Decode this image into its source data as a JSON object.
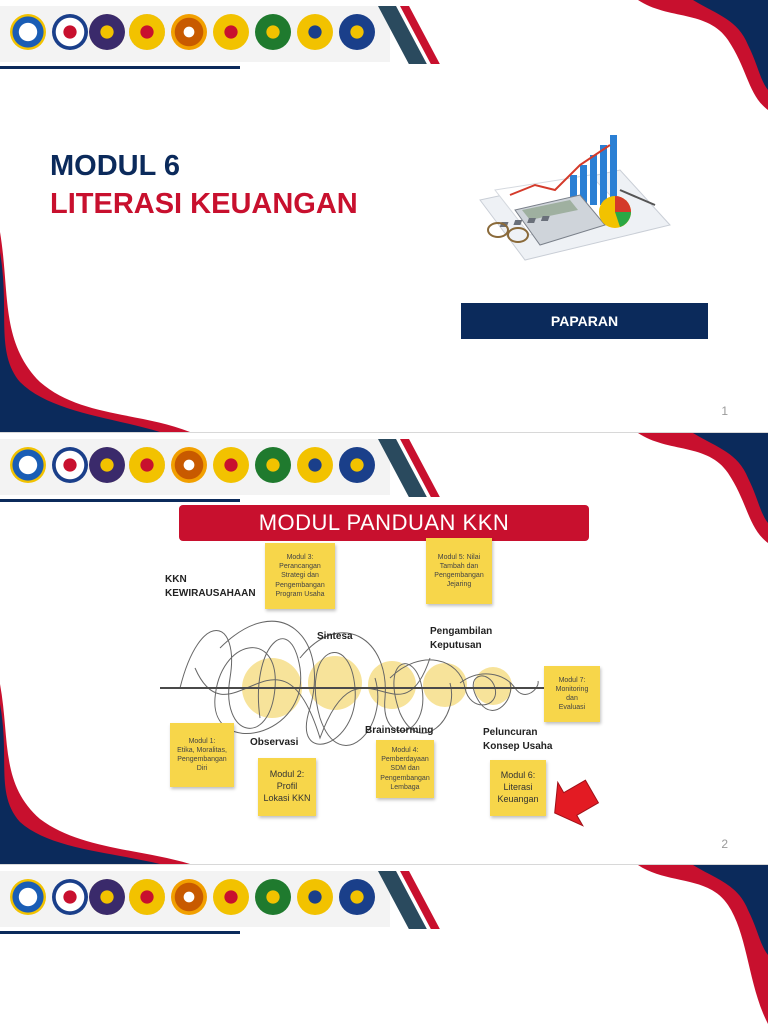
{
  "slide1": {
    "title_line1": "MODUL 6",
    "title_line2": "LITERASI KEUANGAN",
    "button_label": "PAPARAN",
    "page_number": "1"
  },
  "slide2": {
    "banner_title": "MODUL PANDUAN KKN",
    "page_number": "2",
    "diagram": {
      "label_kkn": "KKN\nKEWIRAUSAHAAN",
      "label_sintesa": "Sintesa",
      "label_pengambilan": "Pengambilan\nKeputusan",
      "label_observasi": "Observasi",
      "label_brainstorming": "Brainstorming",
      "label_peluncuran": "Peluncuran\nKonsep Usaha",
      "notes": {
        "m1": "Modul 1:\nEtika, Moralitas,\nPengembangan\nDiri",
        "m2": "Modul 2:\nProfil\nLokasi KKN",
        "m3": "Modul 3:\nPerancangan\nStrategi dan\nPengembangan\nProgram Usaha",
        "m4": "Modul 4:\nPemberdayaan\nSDM dan\nPengembangan\nLembaga",
        "m5": "Modul 5: Nilai\nTambah dan\nPengembangan\nJejaring",
        "m6": "Modul 6:\nLiterasi\nKeuangan",
        "m7": "Modul 7:\nMonitoring\ndan\nEvaluasi"
      }
    }
  },
  "logos": [
    "tut-wuri-handayani-logo",
    "university-seal-logo",
    "university-seal-logo",
    "university-seal-logo",
    "university-seal-logo",
    "university-seal-logo",
    "university-seal-logo",
    "university-seal-logo",
    "university-seal-logo"
  ],
  "colors": {
    "navy": "#0b2a5b",
    "red": "#c8102e",
    "sticky_yellow": "#f7d64a"
  }
}
